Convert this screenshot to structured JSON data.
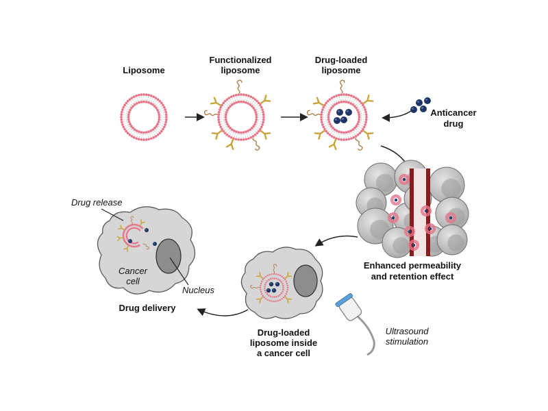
{
  "labels": {
    "liposome": "Liposome",
    "functionalized_line1": "Functionalized",
    "functionalized_line2": "liposome",
    "drugloaded_line1": "Drug-loaded",
    "drugloaded_line2": "liposome",
    "anticancer_line1": "Anticancer",
    "anticancer_line2": "drug",
    "epr_line1": "Enhanced permeability",
    "epr_line2": "and retention effect",
    "inside_line1": "Drug-loaded",
    "inside_line2": "liposome inside",
    "inside_line3": "a cancer cell",
    "ultrasound_line1": "Ultrasound",
    "ultrasound_line2": "stimulation",
    "drug_release": "Drug release",
    "cancer_line1": "Cancer",
    "cancer_line2": "cell",
    "nucleus": "Nucleus",
    "drug_delivery": "Drug delivery"
  },
  "colors": {
    "lipid_head": "#e8748a",
    "lipid_tail": "#c9c9c9",
    "drug": "#1f3566",
    "antibody": "#c9a33a",
    "peptide": "#a9773d",
    "cell": "#d6d6d6",
    "cell_outline": "#5a5a5a",
    "nucleus": "#8d8d8d",
    "vessel": "#8b1a1a",
    "arrow": "#222222"
  }
}
